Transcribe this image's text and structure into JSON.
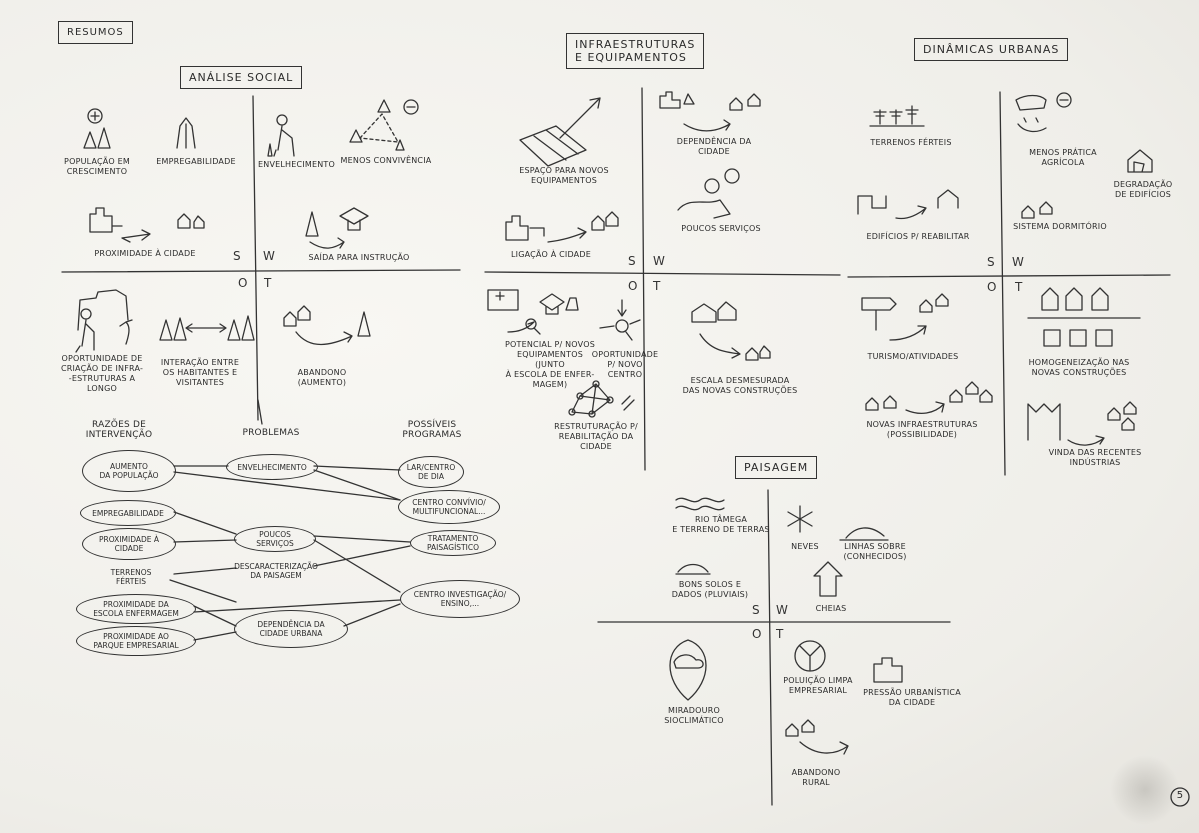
{
  "headers": {
    "resumos": "Resumos",
    "analise_social": "Análise Social",
    "infraestruturas": "Infraestruturas\nE Equipamentos",
    "dinamicas_urbanas": "Dinâmicas Urbanas",
    "paisagem": "Paisagem"
  },
  "quadrant_letters": {
    "s": "S",
    "w": "W",
    "o": "O",
    "t": "T"
  },
  "social": {
    "s1": "População em\ncrescimento",
    "s2": "Empregabilidade",
    "s3": "Proximidade à cidade",
    "w1": "Envelhecimento",
    "w2": "Menos convivência",
    "w3": "Saída para instrução",
    "o1": "Oportunidade de\ncriação de infra-\n-estruturas a\nlongo",
    "o2": "Interação entre\nos habitantes e\nvisitantes",
    "t1": "Abandono\n(aumento)"
  },
  "infra": {
    "s1": "Espaço para novos\nequipamentos",
    "s2": "Ligação à cidade",
    "w1": "Dependência da\ncidade",
    "w2": "Poucos serviços",
    "o1": "Potencial p/ novos\nequipamentos (junto\nà escola de enfer-\nmagem)",
    "o2": "Oportunidade\np/ novo centro",
    "o3": "Restruturação p/\nreabilitação da\ncidade",
    "t1": "Escala desmesurada\ndas novas construções"
  },
  "dinamicas": {
    "s1": "Terrenos férteis",
    "s2": "Edifícios p/ reabilitar",
    "w1": "Menos prática\nagrícola",
    "w2": "Degradação\nde edifícios",
    "w3": "Sistema dormitório",
    "o1": "Turismo/atividades",
    "o2": "Novas infraestruturas\n(possibilidade)",
    "t1": "Homogeneização nas\nnovas construções",
    "t2": "Vinda das recentes\nindústrias"
  },
  "paisagem": {
    "s1": "Rio Tâmega\ne terreno de terras",
    "s2": "Neves",
    "s3": "Linhas sobre\n(conhecidos)",
    "s4": "Bons solos e\ndados (pluviais)",
    "w1": "Cheias",
    "o1": "Miradouro\nsioclimático",
    "o2": "Poluição limpa\nempresarial",
    "o3": "Pressão urbanística\nda cidade",
    "t1": "Abandono\nrural"
  },
  "problems_chart": {
    "col1": "Razões de\nintervenção",
    "col2": "Problemas",
    "col3": "Possíveis\nprogramas",
    "reasons": [
      "Aumento\nda população",
      "Empregabilidade",
      "Proximidade à\ncidade",
      "Terrenos\nférteis",
      "Proximidade da\nescola enfermagem",
      "Proximidade ao\nparque empresarial"
    ],
    "problems": [
      "Envelhecimento",
      "Poucos\nserviços",
      "Descaracterização\nda paisagem",
      "Dependência da\ncidade urbana"
    ],
    "programs": [
      "Lar/centro\nde dia",
      "Centro convívio/\nmultifuncional...",
      "Tratamento\npaisagístico",
      "Centro investigação/\nensino,..."
    ]
  },
  "page_number": "5"
}
